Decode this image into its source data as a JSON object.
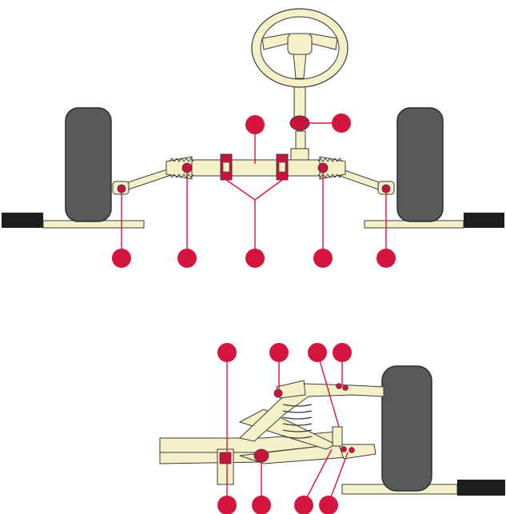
{
  "colors": {
    "background": "#ffffff",
    "tyre": "#58595b",
    "tyre_outline": "#2b2b2b",
    "part_fill": "#f4f1c8",
    "part_outline": "#3a3a3a",
    "marker": "#d4163f",
    "bushing": "#c8143c",
    "ground_dark": "#1e1e1e"
  },
  "diagram": {
    "steering_view": {
      "parts": [
        "steering-wheel",
        "steering-column",
        "steering-rack",
        "tie-rod-left",
        "tie-rod-right",
        "rack-boot-left",
        "rack-boot-right",
        "wheel-left",
        "wheel-right",
        "ground-left",
        "ground-right"
      ],
      "markers": [
        "marker-column-joint",
        "marker-rack-mount",
        "marker-tie-rod-end-left",
        "marker-boot-left",
        "marker-rack-mounts",
        "marker-boot-right",
        "marker-tie-rod-end-right"
      ]
    },
    "suspension_view": {
      "parts": [
        "wheel-front",
        "subframe",
        "lower-arm",
        "upper-arm",
        "coil-spring",
        "ground"
      ],
      "markers": [
        "marker-subframe-mount",
        "marker-upper-arm-inner",
        "marker-upper-arm-outer",
        "marker-upper-ball-joint",
        "marker-subframe-bushing",
        "marker-lower-arm-bushing",
        "marker-lower-link",
        "marker-lower-ball-joint"
      ]
    }
  }
}
